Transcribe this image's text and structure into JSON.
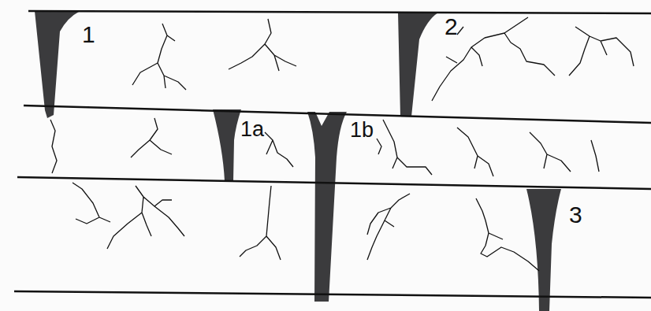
{
  "diagram": {
    "labels": [
      "1",
      "2",
      "1a",
      "1b",
      "3"
    ]
  }
}
